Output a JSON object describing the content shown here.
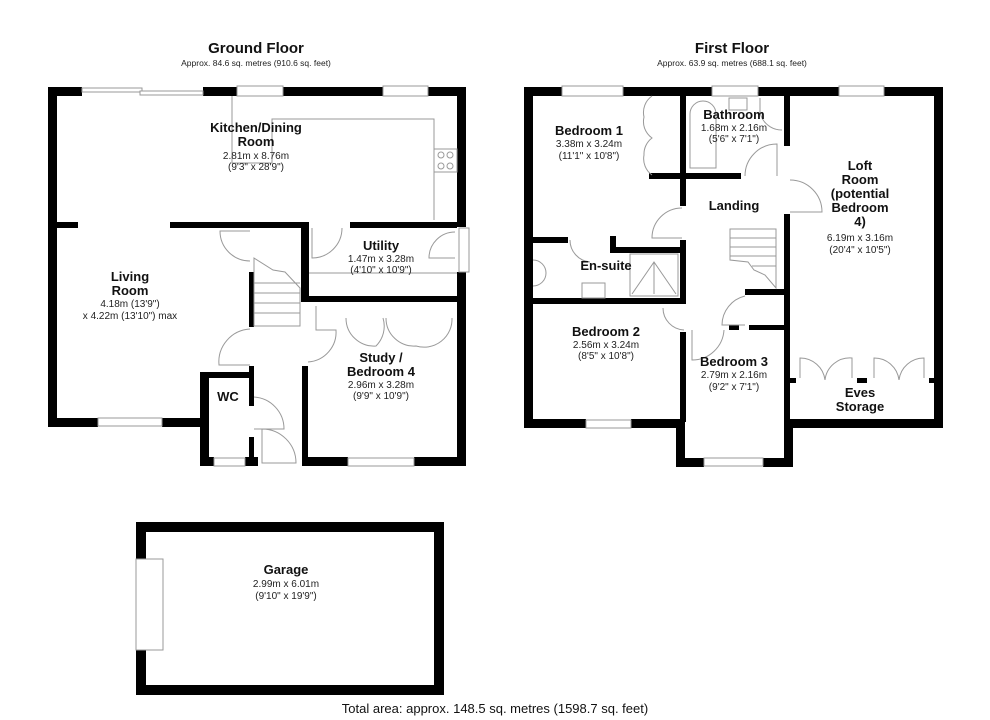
{
  "ground_floor": {
    "title": "Ground Floor",
    "area": "Approx. 84.6 sq. metres (910.6 sq. feet)",
    "rooms": {
      "kitchen": {
        "name_line1": "Kitchen/Dining",
        "name_line2": "Room",
        "dim_m": "2.81m x 8.76m",
        "dim_ft": "(9'3\" x 28'9\")"
      },
      "living": {
        "name_line1": "Living",
        "name_line2": "Room",
        "dim_m": "4.18m (13'9\")",
        "dim_ft": "x 4.22m (13'10\") max"
      },
      "utility": {
        "name": "Utility",
        "dim_m": "1.47m x 3.28m",
        "dim_ft": "(4'10\" x 10'9\")"
      },
      "study": {
        "name_line1": "Study /",
        "name_line2": "Bedroom 4",
        "dim_m": "2.96m x 3.28m",
        "dim_ft": "(9'9\" x 10'9\")"
      },
      "wc": {
        "name": "WC"
      }
    }
  },
  "first_floor": {
    "title": "First Floor",
    "area": "Approx. 63.9 sq. metres (688.1 sq. feet)",
    "rooms": {
      "bedroom1": {
        "name": "Bedroom 1",
        "dim_m": "3.38m x 3.24m",
        "dim_ft": "(11'1\" x 10'8\")"
      },
      "bathroom": {
        "name": "Bathroom",
        "dim_m": "1.68m x 2.16m",
        "dim_ft": "(5'6\" x 7'1\")"
      },
      "landing": {
        "name": "Landing"
      },
      "loft": {
        "name_line1": "Loft",
        "name_line2": "Room",
        "name_line3": "(potential",
        "name_line4": "Bedroom",
        "name_line5": "4)",
        "dim_m": "6.19m x 3.16m",
        "dim_ft": "(20'4\" x 10'5\")"
      },
      "ensuite": {
        "name": "En-suite"
      },
      "bedroom2": {
        "name": "Bedroom 2",
        "dim_m": "2.56m x 3.24m",
        "dim_ft": "(8'5\" x 10'8\")"
      },
      "bedroom3": {
        "name": "Bedroom 3",
        "dim_m": "2.79m x 2.16m",
        "dim_ft": "(9'2\" x 7'1\")"
      },
      "eves": {
        "name_line1": "Eves",
        "name_line2": "Storage"
      }
    }
  },
  "garage": {
    "name": "Garage",
    "dim_m": "2.99m x 6.01m",
    "dim_ft": "(9'10\" x 19'9\")"
  },
  "total_area": "Total area: approx. 148.5 sq. metres (1598.7 sq. feet)"
}
